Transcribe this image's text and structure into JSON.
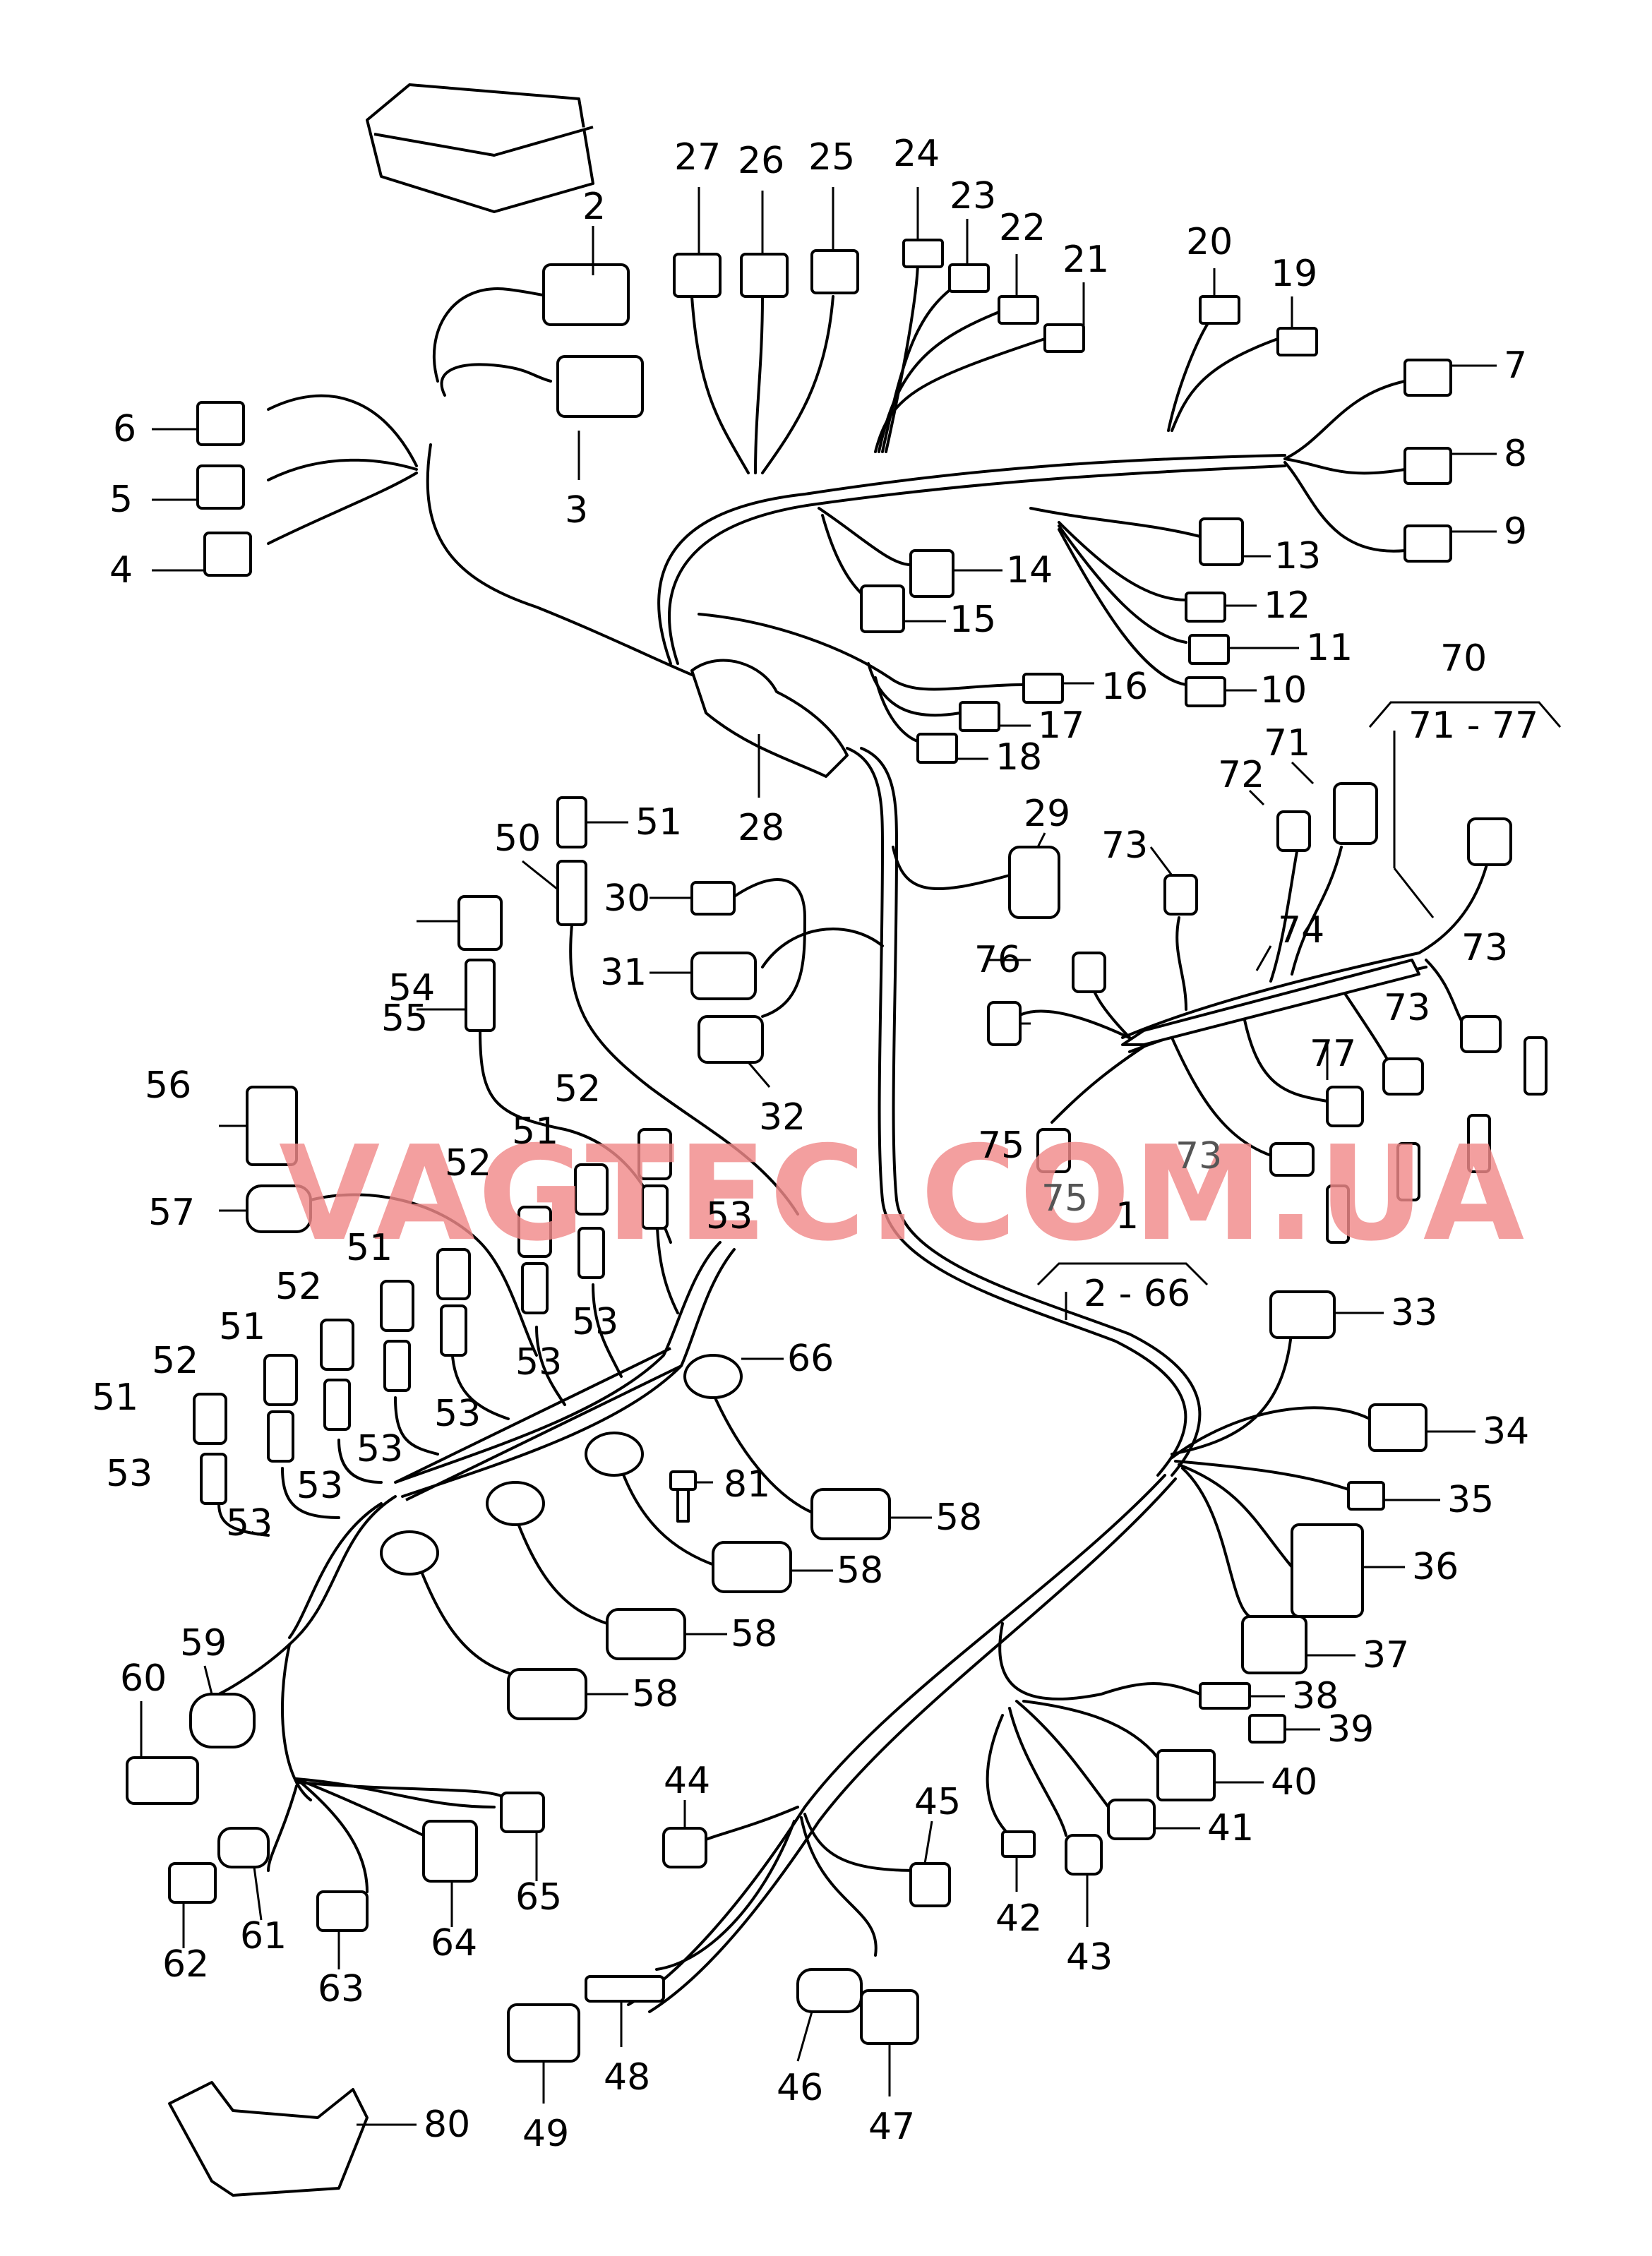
{
  "watermark": "VAGTEC.COM.UA",
  "range_groups": [
    {
      "id": "g1",
      "number": "70",
      "range": "71 - 77"
    },
    {
      "id": "g2",
      "number": "1",
      "range": "2 - 66"
    }
  ],
  "callouts": [
    {
      "id": "c2",
      "text": "2"
    },
    {
      "id": "c3",
      "text": "3"
    },
    {
      "id": "c4",
      "text": "4"
    },
    {
      "id": "c5",
      "text": "5"
    },
    {
      "id": "c6",
      "text": "6"
    },
    {
      "id": "c7",
      "text": "7"
    },
    {
      "id": "c8",
      "text": "8"
    },
    {
      "id": "c9",
      "text": "9"
    },
    {
      "id": "c10",
      "text": "10"
    },
    {
      "id": "c11",
      "text": "11"
    },
    {
      "id": "c12",
      "text": "12"
    },
    {
      "id": "c13",
      "text": "13"
    },
    {
      "id": "c14",
      "text": "14"
    },
    {
      "id": "c15",
      "text": "15"
    },
    {
      "id": "c16",
      "text": "16"
    },
    {
      "id": "c17",
      "text": "17"
    },
    {
      "id": "c18",
      "text": "18"
    },
    {
      "id": "c19",
      "text": "19"
    },
    {
      "id": "c20",
      "text": "20"
    },
    {
      "id": "c21",
      "text": "21"
    },
    {
      "id": "c22",
      "text": "22"
    },
    {
      "id": "c23",
      "text": "23"
    },
    {
      "id": "c24",
      "text": "24"
    },
    {
      "id": "c25",
      "text": "25"
    },
    {
      "id": "c26",
      "text": "26"
    },
    {
      "id": "c27",
      "text": "27"
    },
    {
      "id": "c28",
      "text": "28"
    },
    {
      "id": "c29",
      "text": "29"
    },
    {
      "id": "c30",
      "text": "30"
    },
    {
      "id": "c31",
      "text": "31"
    },
    {
      "id": "c32",
      "text": "32"
    },
    {
      "id": "c33",
      "text": "33"
    },
    {
      "id": "c34",
      "text": "34"
    },
    {
      "id": "c35",
      "text": "35"
    },
    {
      "id": "c36",
      "text": "36"
    },
    {
      "id": "c37",
      "text": "37"
    },
    {
      "id": "c38",
      "text": "38"
    },
    {
      "id": "c39",
      "text": "39"
    },
    {
      "id": "c40",
      "text": "40"
    },
    {
      "id": "c41",
      "text": "41"
    },
    {
      "id": "c42",
      "text": "42"
    },
    {
      "id": "c43",
      "text": "43"
    },
    {
      "id": "c44",
      "text": "44"
    },
    {
      "id": "c45",
      "text": "45"
    },
    {
      "id": "c46",
      "text": "46"
    },
    {
      "id": "c47",
      "text": "47"
    },
    {
      "id": "c48",
      "text": "48"
    },
    {
      "id": "c49",
      "text": "49"
    },
    {
      "id": "c50",
      "text": "50"
    },
    {
      "id": "c51a",
      "text": "51"
    },
    {
      "id": "c51b",
      "text": "51"
    },
    {
      "id": "c51c",
      "text": "51"
    },
    {
      "id": "c51d",
      "text": "51"
    },
    {
      "id": "c51e",
      "text": "51"
    },
    {
      "id": "c52a",
      "text": "52"
    },
    {
      "id": "c52b",
      "text": "52"
    },
    {
      "id": "c52c",
      "text": "52"
    },
    {
      "id": "c52d",
      "text": "52"
    },
    {
      "id": "c53a",
      "text": "53"
    },
    {
      "id": "c53b",
      "text": "53"
    },
    {
      "id": "c53c",
      "text": "53"
    },
    {
      "id": "c53d",
      "text": "53"
    },
    {
      "id": "c53e",
      "text": "53"
    },
    {
      "id": "c53f",
      "text": "53"
    },
    {
      "id": "c53g",
      "text": "53"
    },
    {
      "id": "c53h",
      "text": "53"
    },
    {
      "id": "c54",
      "text": "54"
    },
    {
      "id": "c55",
      "text": "55"
    },
    {
      "id": "c56",
      "text": "56"
    },
    {
      "id": "c57",
      "text": "57"
    },
    {
      "id": "c58a",
      "text": "58"
    },
    {
      "id": "c58b",
      "text": "58"
    },
    {
      "id": "c58c",
      "text": "58"
    },
    {
      "id": "c58d",
      "text": "58"
    },
    {
      "id": "c59",
      "text": "59"
    },
    {
      "id": "c60",
      "text": "60"
    },
    {
      "id": "c61",
      "text": "61"
    },
    {
      "id": "c62",
      "text": "62"
    },
    {
      "id": "c63",
      "text": "63"
    },
    {
      "id": "c64",
      "text": "64"
    },
    {
      "id": "c65",
      "text": "65"
    },
    {
      "id": "c66",
      "text": "66"
    },
    {
      "id": "c71",
      "text": "71"
    },
    {
      "id": "c72",
      "text": "72"
    },
    {
      "id": "c73a",
      "text": "73"
    },
    {
      "id": "c73b",
      "text": "73"
    },
    {
      "id": "c73c",
      "text": "73"
    },
    {
      "id": "c73d",
      "text": "73"
    },
    {
      "id": "c74",
      "text": "74"
    },
    {
      "id": "c75a",
      "text": "75"
    },
    {
      "id": "c75b",
      "text": "75"
    },
    {
      "id": "c76",
      "text": "76"
    },
    {
      "id": "c77",
      "text": "77"
    },
    {
      "id": "c80",
      "text": "80"
    },
    {
      "id": "c81",
      "text": "81"
    }
  ]
}
